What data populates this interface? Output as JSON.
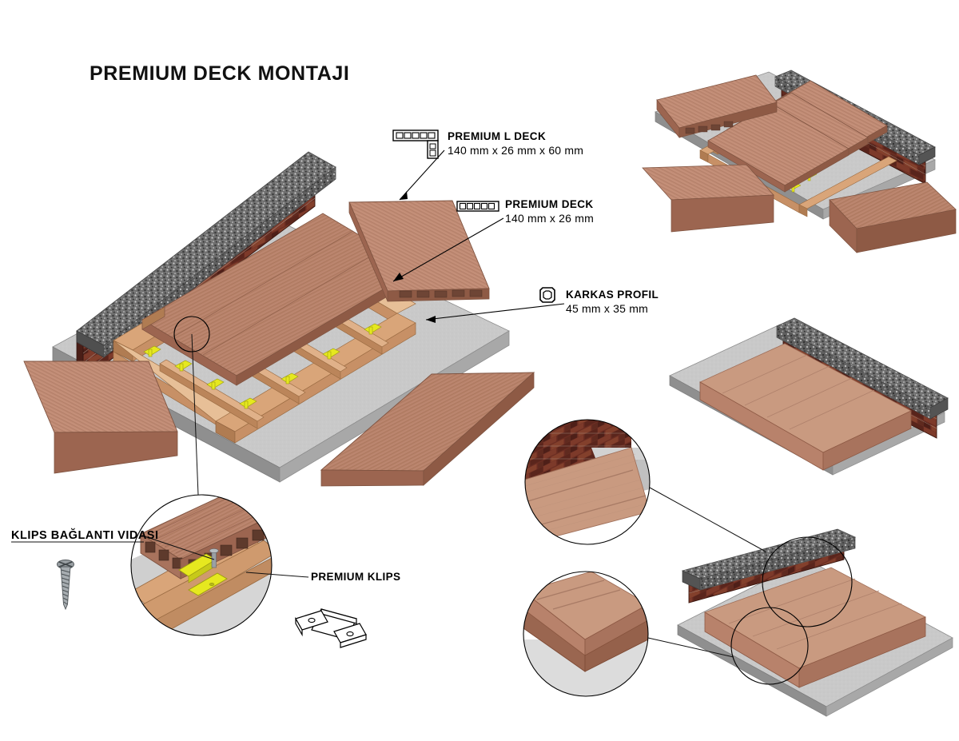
{
  "title": "PREMIUM DECK MONTAJI",
  "labels": {
    "l_deck": {
      "name": "PREMIUM L DECK",
      "dims": "140 mm x 26 mm x 60 mm",
      "icon": "l-profile-section-icon"
    },
    "deck": {
      "name": "PREMIUM DECK",
      "dims": "140 mm x 26 mm",
      "icon": "hollow-board-section-icon"
    },
    "karkas": {
      "name": "KARKAS PROFIL",
      "dims": "45 mm x 35 mm",
      "icon": "joist-tube-section-icon"
    },
    "screw": {
      "name": "KLIPS BAĞLANTI VIDASI",
      "icon": "screw-icon"
    },
    "clip": {
      "name": "PREMIUM KLIPS",
      "icon": "clip-line-drawing-icon"
    }
  },
  "colors": {
    "deck_top": "#b8826b",
    "deck_top_light": "#c99a80",
    "deck_edge": "#8e5a45",
    "deck_side": "#9c6550",
    "joist": "#d9a579",
    "joist_dark": "#b07c52",
    "joist_light": "#e7bf97",
    "clip_yellow": "#e6e81f",
    "concrete_top": "#c9c9c9",
    "concrete_side": "#8f8f8f",
    "concrete_front": "#a8a8a8",
    "brick": "#6b2d22",
    "brick_dark": "#4a1e17",
    "mortar": "#b9a99a",
    "granite": "#6f6f6f",
    "granite_light": "#8c8c8c",
    "outline": "#000000",
    "screw_metal": "#8a8f93"
  },
  "steps": [
    {
      "id": "step-1-exploded-assembly",
      "caption": ""
    },
    {
      "id": "step-2-boards-partial",
      "caption": ""
    },
    {
      "id": "step-3-deck-complete",
      "caption": ""
    },
    {
      "id": "step-4-deck-finished-callouts",
      "caption": ""
    }
  ],
  "detail_circles": [
    {
      "id": "detail-clip-connection",
      "caption": ""
    },
    {
      "id": "detail-wall-junction",
      "caption": ""
    },
    {
      "id": "detail-corner-edge",
      "caption": ""
    }
  ]
}
